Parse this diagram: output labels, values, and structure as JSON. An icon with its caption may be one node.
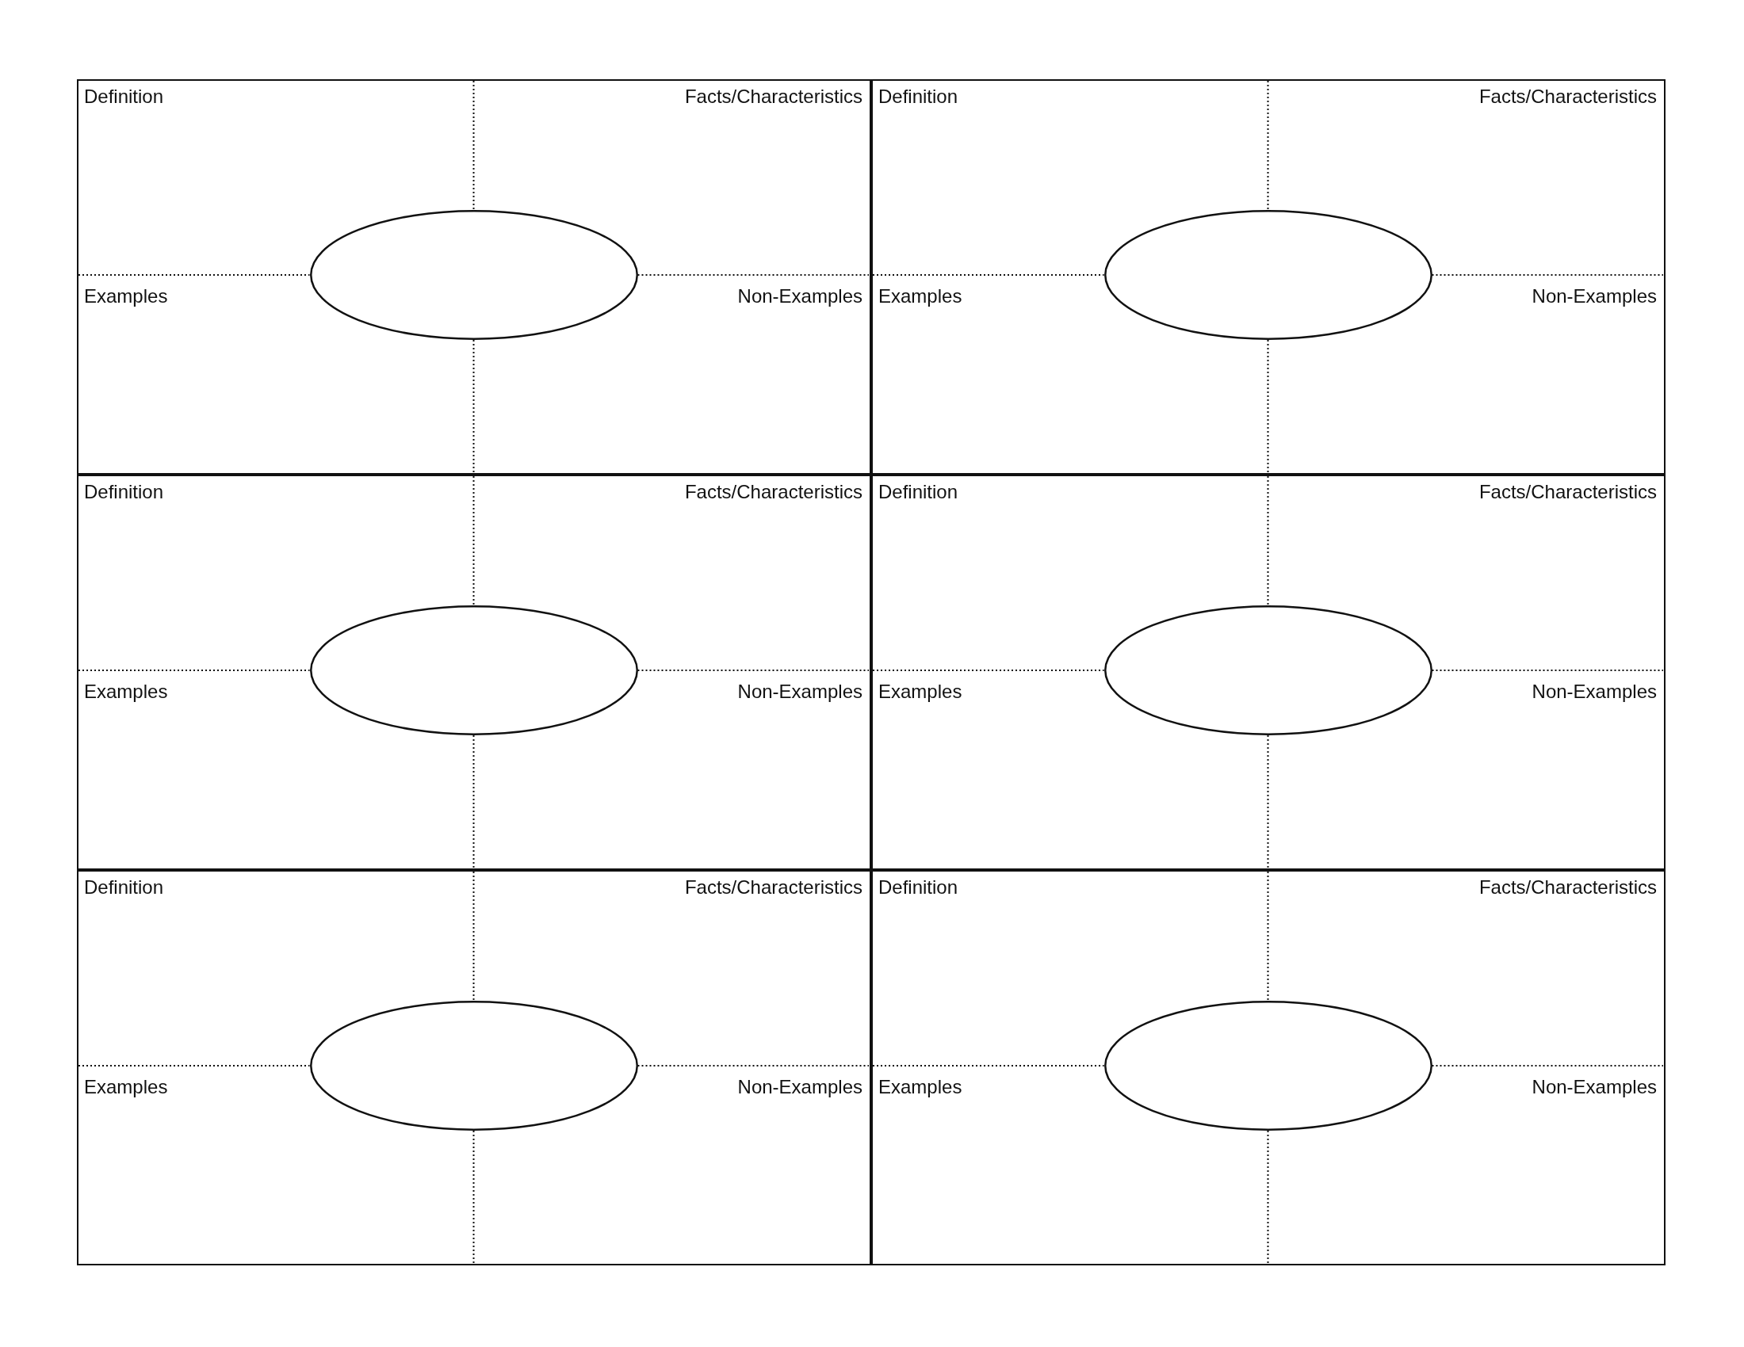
{
  "diagram": {
    "nodes": [
      {
        "text": [
          "Definition",
          "Facts/Characteristics",
          "Examples",
          "Non-Examples"
        ]
      },
      {
        "text": [],
        "shape": "ellipse",
        "in": 0
      },
      {
        "text": [
          "Definition",
          "Facts/Characteristics",
          "Examples",
          "Non-Examples"
        ]
      },
      {
        "text": [],
        "shape": "ellipse",
        "in": 2
      },
      {
        "text": [
          "Definition",
          "Facts/Characteristics",
          "Examples",
          "Non-Examples"
        ]
      },
      {
        "text": [],
        "shape": "ellipse",
        "in": 4
      },
      {
        "text": [
          "Definition",
          "Facts/Characteristics",
          "Examples",
          "Non-Examples"
        ]
      },
      {
        "text": [],
        "shape": "ellipse",
        "in": 6
      },
      {
        "text": [
          "Definition",
          "Facts/Characteristics",
          "Examples",
          "Non-Examples"
        ]
      },
      {
        "text": [],
        "shape": "ellipse",
        "in": 8
      },
      {
        "text": [
          "Definition",
          "Facts/Characteristics",
          "Examples",
          "Non-Examples"
        ]
      },
      {
        "text": [],
        "shape": "ellipse",
        "in": 10
      }
    ]
  }
}
